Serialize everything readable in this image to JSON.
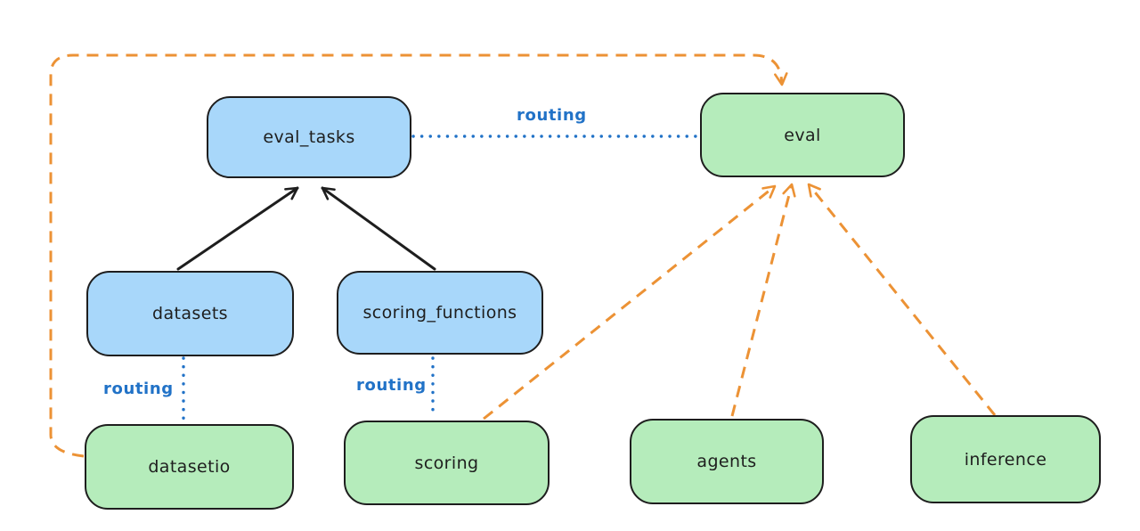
{
  "diagram": {
    "background_color": "#ffffff",
    "colors": {
      "background": "#ffffff",
      "blue_node_fill": "#a8d7fa",
      "green_node_fill": "#b5ecbb",
      "node_border": "#1e1e1e",
      "node_text": "#1e1e1e",
      "routing_blue": "#2172c7",
      "orange": "#ec9235",
      "black_arrow": "#1e1e1e"
    },
    "nodes": [
      {
        "id": "eval_tasks",
        "label": "eval_tasks",
        "color": "blue"
      },
      {
        "id": "eval",
        "label": "eval",
        "color": "green"
      },
      {
        "id": "datasets",
        "label": "datasets",
        "color": "blue"
      },
      {
        "id": "scoring_functions",
        "label": "scoring_functions",
        "color": "blue"
      },
      {
        "id": "datasetio",
        "label": "datasetio",
        "color": "green"
      },
      {
        "id": "scoring",
        "label": "scoring",
        "color": "green"
      },
      {
        "id": "agents",
        "label": "agents",
        "color": "green"
      },
      {
        "id": "inference",
        "label": "inference",
        "color": "green"
      }
    ],
    "edges": [
      {
        "from": "datasets",
        "to": "eval_tasks",
        "style": "solid-black-arrow",
        "label": ""
      },
      {
        "from": "scoring_functions",
        "to": "eval_tasks",
        "style": "solid-black-arrow",
        "label": ""
      },
      {
        "from": "eval_tasks",
        "to": "eval",
        "style": "dotted-blue",
        "label": "routing"
      },
      {
        "from": "datasets",
        "to": "datasetio",
        "style": "dotted-blue",
        "label": "routing"
      },
      {
        "from": "scoring_functions",
        "to": "scoring",
        "style": "dotted-blue",
        "label": "routing"
      },
      {
        "from": "datasetio",
        "to": "eval",
        "style": "dashed-orange-arrow",
        "label": ""
      },
      {
        "from": "scoring",
        "to": "eval",
        "style": "dashed-orange-arrow",
        "label": ""
      },
      {
        "from": "agents",
        "to": "eval",
        "style": "dashed-orange-arrow",
        "label": ""
      },
      {
        "from": "inference",
        "to": "eval",
        "style": "dashed-orange-arrow",
        "label": ""
      }
    ]
  }
}
